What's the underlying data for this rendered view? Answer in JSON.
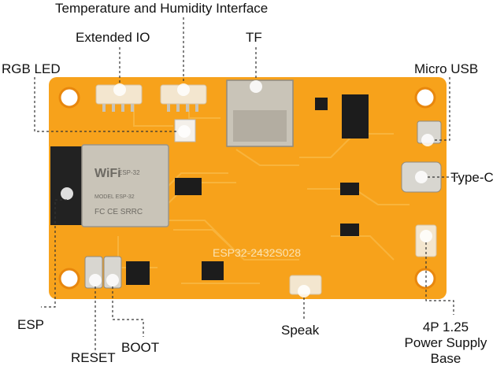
{
  "labels": {
    "temp_humidity": "Temperature and Humidity Interface",
    "extended_io": "Extended IO",
    "tf": "TF",
    "rgb_led": "RGB LED",
    "micro_usb": "Micro USB",
    "type_c": "Type-C",
    "esp": "ESP",
    "boot": "BOOT",
    "reset": "RESET",
    "speak": "Speak",
    "power_supply": [
      "4P 1.25",
      "Power Supply",
      "Base"
    ]
  },
  "board_markings": {
    "module_brand": "WiFi",
    "module_model": "ESP-32",
    "module_sub": "MODEL ESP-32",
    "module_fcc": "FC CE SRRC",
    "silkscreen": "ESP32-2432S028"
  },
  "colors": {
    "pcb": "#f7a21b",
    "pcb_dark": "#e8870d",
    "trace": "#f9b640",
    "module_shield": "#c9c4b8",
    "antenna": "#222222",
    "connector": "#f3e6cf",
    "chip": "#1c1c1c",
    "leader": "#333333",
    "highlight": "#ffffff"
  }
}
